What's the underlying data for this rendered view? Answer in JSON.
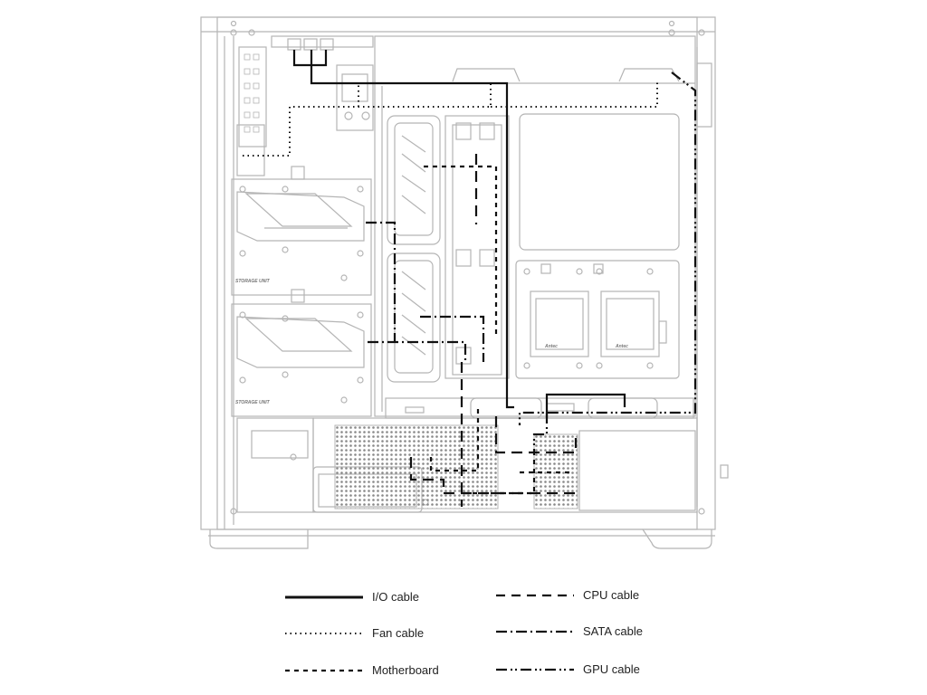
{
  "diagram": {
    "panel_labels": {
      "storage_unit_top": "STORAGE UNIT",
      "storage_unit_bottom": "STORAGE UNIT",
      "brand_left": "Antec",
      "brand_right": "Antec"
    }
  },
  "legend": {
    "items": [
      {
        "label": "I/O cable",
        "style": "solid"
      },
      {
        "label": "CPU cable",
        "style": "dashed-long"
      },
      {
        "label": "Fan cable",
        "style": "dotted"
      },
      {
        "label": "SATA cable",
        "style": "dash-dot"
      },
      {
        "label": "Motherboard",
        "style": "dashed-short"
      },
      {
        "label": "GPU cable",
        "style": "dash-dot-dot"
      }
    ]
  },
  "colors": {
    "outline": "#b5b5b5",
    "cable": "#111111",
    "text": "#222222"
  }
}
